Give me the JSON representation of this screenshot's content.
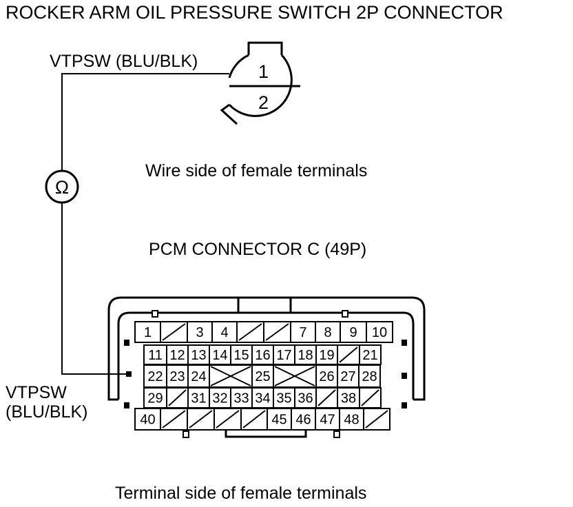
{
  "title": "ROCKER ARM OIL PRESSURE SWITCH 2P CONNECTOR",
  "switch_connector": {
    "wire_label": "VTPSW (BLU/BLK)",
    "pins": [
      "1",
      "2"
    ],
    "caption": "Wire side of female terminals"
  },
  "meter": {
    "symbol": "Ω",
    "icon": "ohmmeter-icon"
  },
  "pcm_connector": {
    "title": "PCM CONNECTOR C (49P)",
    "wire_label_line1": "VTPSW",
    "wire_label_line2": "(BLU/BLK)",
    "caption": "Terminal side of female terminals",
    "rows": [
      [
        "1",
        "",
        "3",
        "4",
        "",
        "",
        "7",
        "8",
        "9",
        "10"
      ],
      [
        "11",
        "12",
        "13",
        "14",
        "15",
        "16",
        "17",
        "18",
        "19",
        "",
        "21"
      ],
      [
        "22",
        "23",
        "24",
        "",
        "25",
        "",
        "26",
        "27",
        "28"
      ],
      [
        "29",
        "",
        "31",
        "32",
        "33",
        "34",
        "35",
        "36",
        "",
        "38",
        ""
      ],
      [
        "40",
        "",
        "",
        "",
        "",
        "45",
        "46",
        "47",
        "48",
        ""
      ]
    ]
  }
}
